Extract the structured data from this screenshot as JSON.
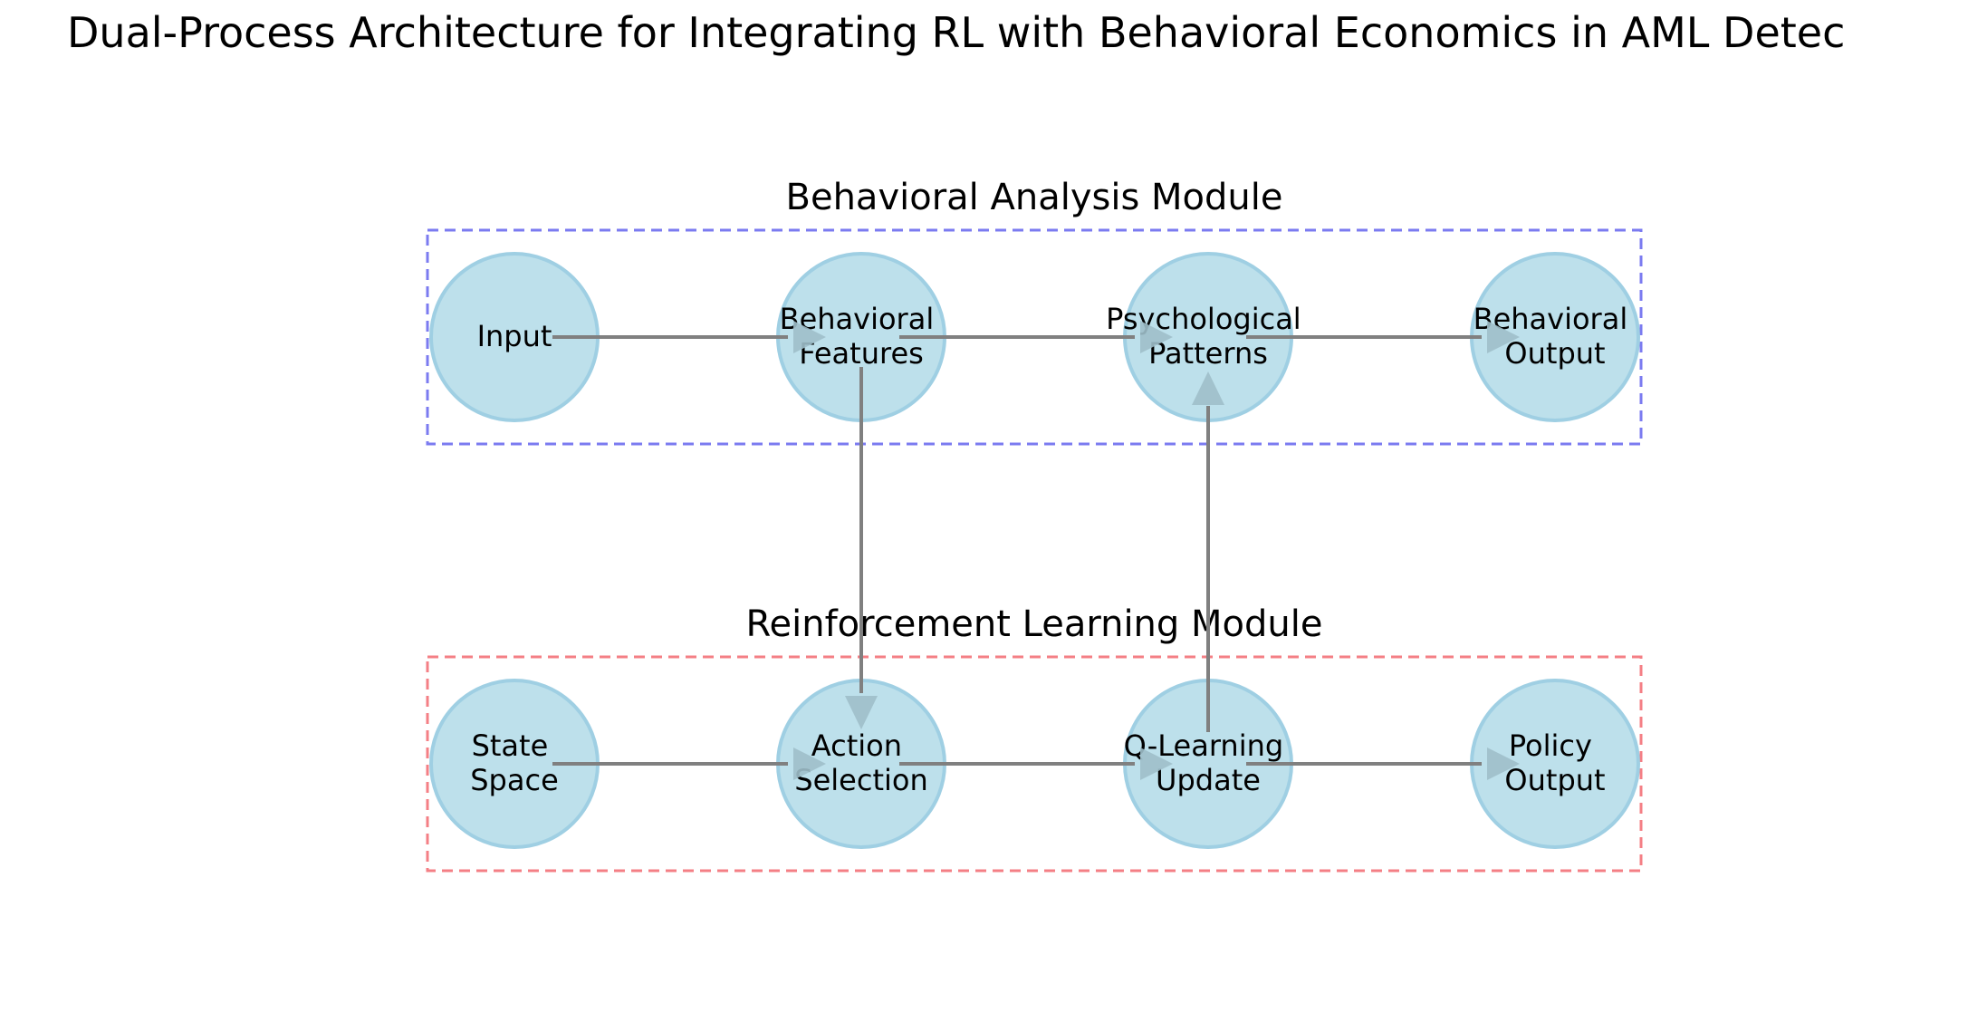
{
  "title": "Dual-Process Architecture for Integrating RL with Behavioral Economics in AML Detec",
  "colors": {
    "node_fill": "#add8e6",
    "node_edge": "#9fcfe3",
    "arrow": "#808080",
    "arrow_head": "#9fbfca",
    "behavioral_box": "#7b7bf0",
    "rl_box": "#f47f85"
  },
  "modules": {
    "behavioral": {
      "label": "Behavioral Analysis Module"
    },
    "rl": {
      "label": "Reinforcement Learning Module"
    }
  },
  "nodes": {
    "input": {
      "lines": [
        "Input"
      ]
    },
    "behavioral_features": {
      "lines": [
        "Behavioral",
        "Features"
      ]
    },
    "psychological_patterns": {
      "lines": [
        "Psychological",
        "Patterns"
      ]
    },
    "behavioral_output": {
      "lines": [
        "Behavioral",
        "Output"
      ]
    },
    "state_space": {
      "lines": [
        "State",
        "Space"
      ]
    },
    "action_selection": {
      "lines": [
        "Action",
        "Selection"
      ]
    },
    "q_learning_update": {
      "lines": [
        "Q-Learning",
        "Update"
      ]
    },
    "policy_output": {
      "lines": [
        "Policy",
        "Output"
      ]
    }
  },
  "edges": [
    {
      "from": "input",
      "to": "behavioral_features"
    },
    {
      "from": "behavioral_features",
      "to": "psychological_patterns"
    },
    {
      "from": "psychological_patterns",
      "to": "behavioral_output"
    },
    {
      "from": "state_space",
      "to": "action_selection"
    },
    {
      "from": "action_selection",
      "to": "q_learning_update"
    },
    {
      "from": "q_learning_update",
      "to": "policy_output"
    },
    {
      "from": "behavioral_features",
      "to": "action_selection"
    },
    {
      "from": "q_learning_update",
      "to": "psychological_patterns"
    }
  ]
}
